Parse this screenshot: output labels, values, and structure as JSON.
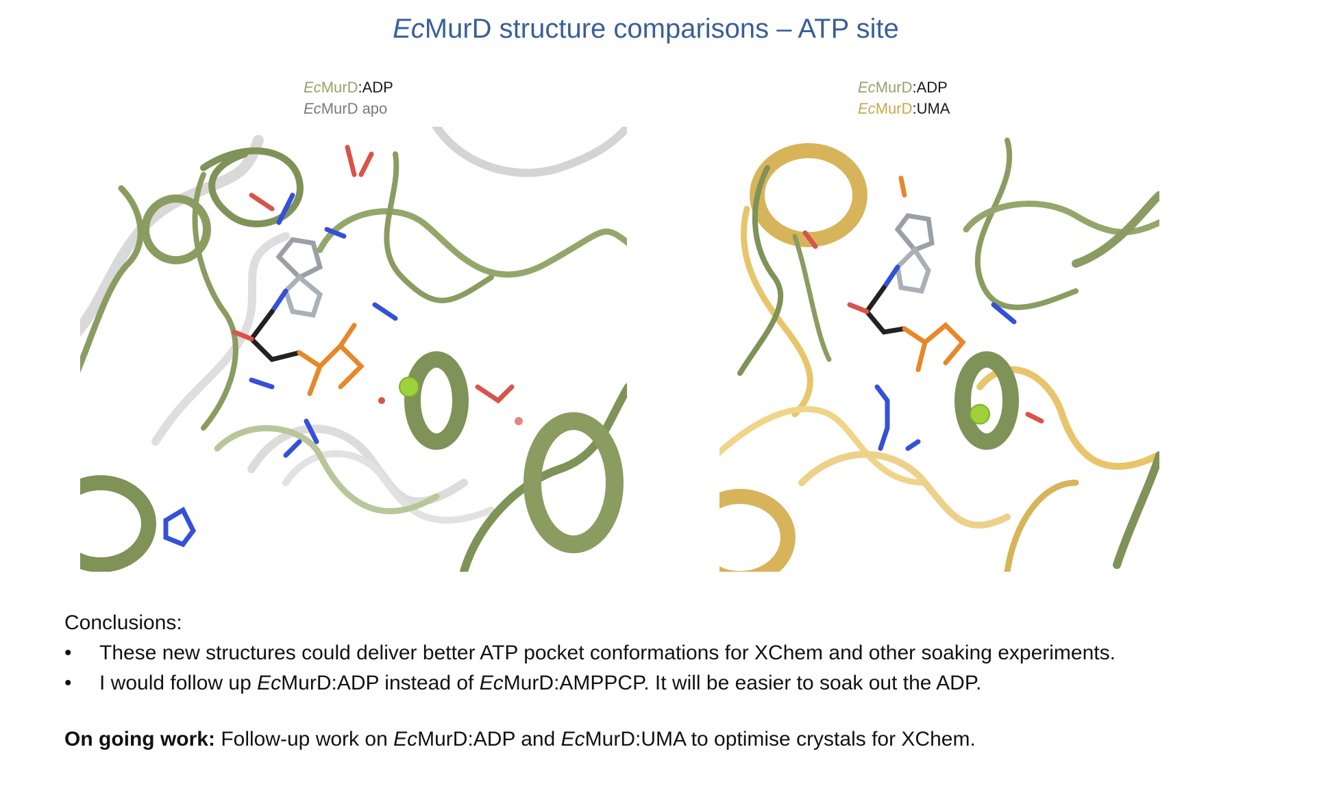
{
  "title": {
    "italic": "Ec",
    "rest": "MurD structure comparisons – ATP site"
  },
  "left_panel": {
    "legend": [
      {
        "italic": "Ec",
        "name": "MurD",
        "suffix": ":ADP"
      },
      {
        "italic": "Ec",
        "name": "MurD apo",
        "suffix": ""
      }
    ]
  },
  "right_panel": {
    "legend": [
      {
        "italic": "Ec",
        "name": "MurD",
        "suffix": ":ADP"
      },
      {
        "italic": "Ec",
        "name": "MurD",
        "suffix": ":UMA"
      }
    ]
  },
  "conclusions": {
    "heading": "Conclusions:",
    "bullet_glyph": "•",
    "bullets": [
      {
        "text": "These new structures could deliver better ATP pocket conformations for XChem and other soaking experiments."
      },
      {
        "p1": "I would follow up ",
        "i1": "Ec",
        "p2": "MurD:ADP instead of ",
        "i2": "Ec",
        "p3": "MurD:AMPPCP. It will be easier to soak out the ADP."
      }
    ]
  },
  "ongoing": {
    "label": "On going work:",
    "p1": " Follow-up work on ",
    "i1": "Ec",
    "p2": "MurD:ADP and ",
    "i2": "Ec",
    "p3": "MurD:UMA to optimise crystals for XChem."
  },
  "colors": {
    "title": "#3a5f96",
    "adp_green": "#93a566",
    "apo_grey": "#bfbfbf",
    "uma_gold": "#e8c56a",
    "nitrogen": "#3550d8",
    "oxygen": "#d9534a",
    "phosphorus": "#e8872a",
    "magnesium": "#9ed13c"
  }
}
